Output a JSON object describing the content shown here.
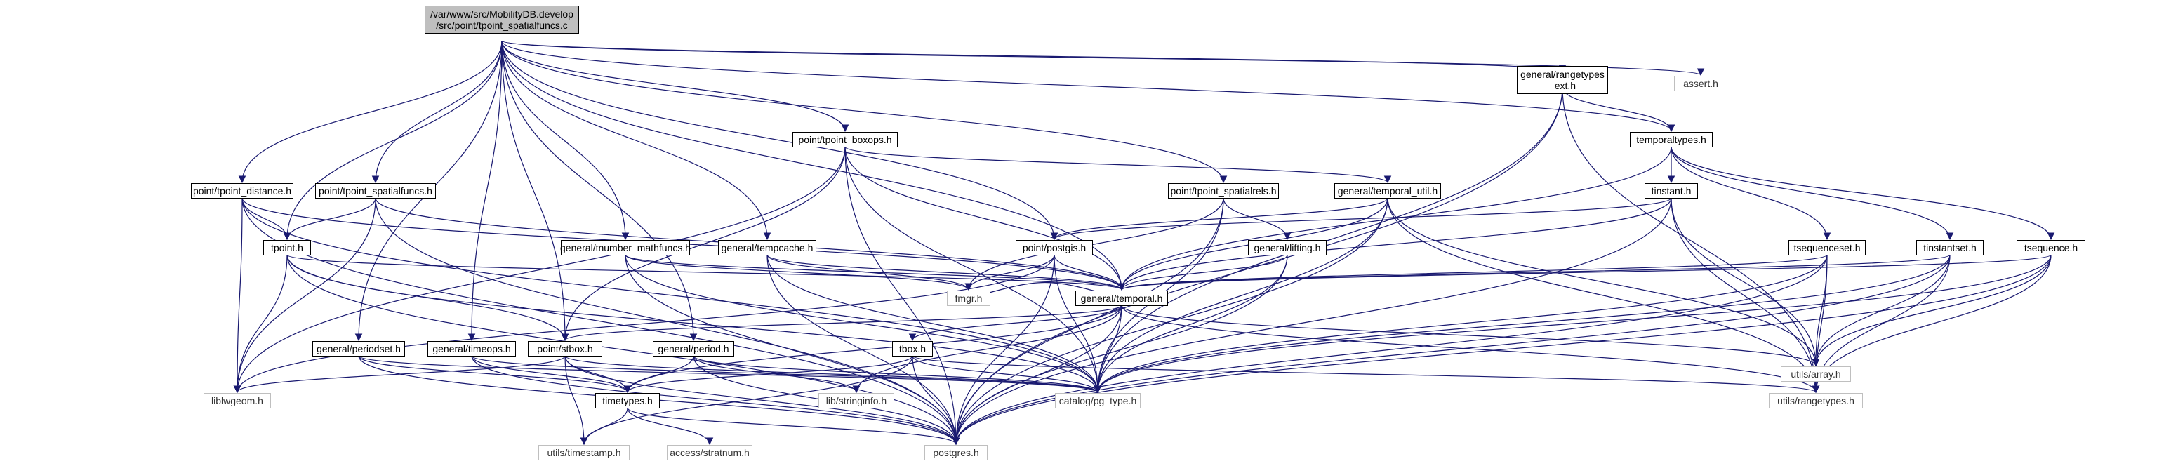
{
  "root": {
    "line1": "/var/www/src/MobilityDB.develop",
    "line2": "/src/point/tpoint_spatialfuncs.c"
  },
  "nodes": {
    "assert": "assert.h",
    "rangetypes_ext_1": "general/rangetypes",
    "rangetypes_ext_2": "_ext.h",
    "temporaltypes": "temporaltypes.h",
    "tpoint_boxops": "point/tpoint_boxops.h",
    "tpoint_distance": "point/tpoint_distance.h",
    "tpoint_spatialfuncs_h": "point/tpoint_spatialfuncs.h",
    "tpoint_spatialrels": "point/tpoint_spatialrels.h",
    "temporal_util": "general/temporal_util.h",
    "tinstant": "tinstant.h",
    "tpoint": "tpoint.h",
    "tnumber_mathfuncs": "general/tnumber_mathfuncs.h",
    "tempcache": "general/tempcache.h",
    "postgis": "point/postgis.h",
    "lifting": "general/lifting.h",
    "tsequenceset": "tsequenceset.h",
    "tinstantset": "tinstantset.h",
    "tsequence": "tsequence.h",
    "fmgr": "fmgr.h",
    "temporal": "general/temporal.h",
    "periodset": "general/periodset.h",
    "timeops": "general/timeops.h",
    "stbox": "point/stbox.h",
    "period": "general/period.h",
    "tbox": "tbox.h",
    "array": "utils/array.h",
    "liblwgeom": "liblwgeom.h",
    "timetypes": "timetypes.h",
    "stringinfo": "lib/stringinfo.h",
    "pg_type": "catalog/pg_type.h",
    "rangetypes": "utils/rangetypes.h",
    "timestamp": "utils/timestamp.h",
    "stratnum": "access/stratnum.h",
    "postgres": "postgres.h"
  },
  "colors": {
    "edge": "#191970",
    "root_fill": "#bfbfbf",
    "node_border": "#000000",
    "external_border": "#bfbfbf"
  }
}
